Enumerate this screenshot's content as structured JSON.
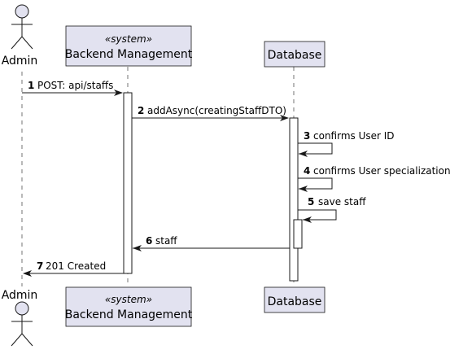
{
  "participants": [
    {
      "id": "admin",
      "type": "actor",
      "name": "Admin"
    },
    {
      "id": "backend",
      "type": "participant",
      "stereotype": "«system»",
      "name": "Backend Management"
    },
    {
      "id": "database",
      "type": "participant",
      "name": "Database"
    }
  ],
  "messages": [
    {
      "num": "1",
      "label": "POST: api/staffs",
      "from": "admin",
      "to": "backend"
    },
    {
      "num": "2",
      "label": "addAsync(creatingStaffDTO)",
      "from": "backend",
      "to": "database"
    },
    {
      "num": "3",
      "label": "confirms User ID",
      "from": "database",
      "to": "database"
    },
    {
      "num": "4",
      "label": "confirms User specialization",
      "from": "database",
      "to": "database"
    },
    {
      "num": "5",
      "label": "save staff",
      "from": "database",
      "to": "database"
    },
    {
      "num": "6",
      "label": "staff",
      "from": "database",
      "to": "backend"
    },
    {
      "num": "7",
      "label": "201 Created",
      "from": "backend",
      "to": "admin"
    }
  ],
  "colors": {
    "participant_fill": "#e2e2f0",
    "participant_stroke": "#181818",
    "activation_fill": "#ffffff",
    "lifeline": "#181818"
  }
}
